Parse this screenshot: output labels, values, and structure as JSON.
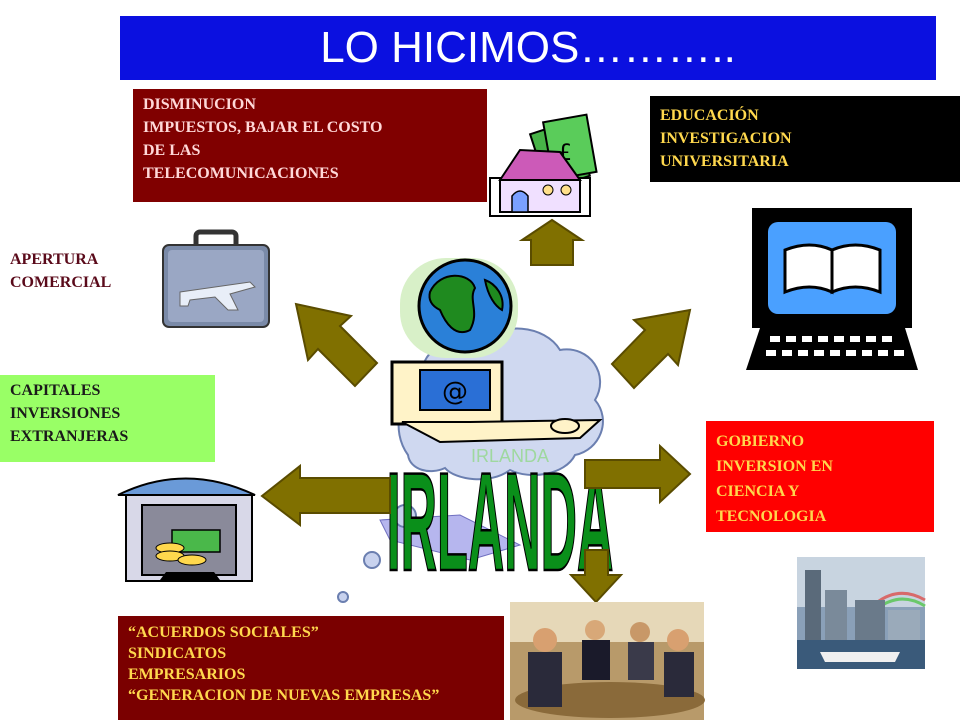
{
  "title": "LO HICIMOS………..",
  "boxes": {
    "impuestos": [
      "DISMINUCION",
      "IMPUESTOS, BAJAR  EL COSTO",
      "DE LAS",
      "TELECOMUNICACIONES"
    ],
    "educacion": [
      "EDUCACIÓN",
      "INVESTIGACION",
      "UNIVERSITARIA"
    ],
    "apertura": [
      "APERTURA",
      "COMERCIAL"
    ],
    "capitales": [
      "CAPITALES",
      "INVERSIONES",
      "EXTRANJERAS"
    ],
    "gobierno": [
      "GOBIERNO",
      "INVERSION EN",
      "CIENCIA Y",
      "TECNOLOGIA"
    ],
    "acuerdos": [
      "“ACUERDOS SOCIALES”",
      "SINDICATOS",
      "EMPRESARIOS",
      "“GENERACION DE NUEVAS EMPRESAS”"
    ]
  },
  "center": {
    "small_label": "IRLANDA",
    "big_label": "IRLANDA"
  },
  "colors": {
    "title_bg": "#0b10e0",
    "arrow": "#807000",
    "irlanda_green": "#0a8f1a"
  }
}
